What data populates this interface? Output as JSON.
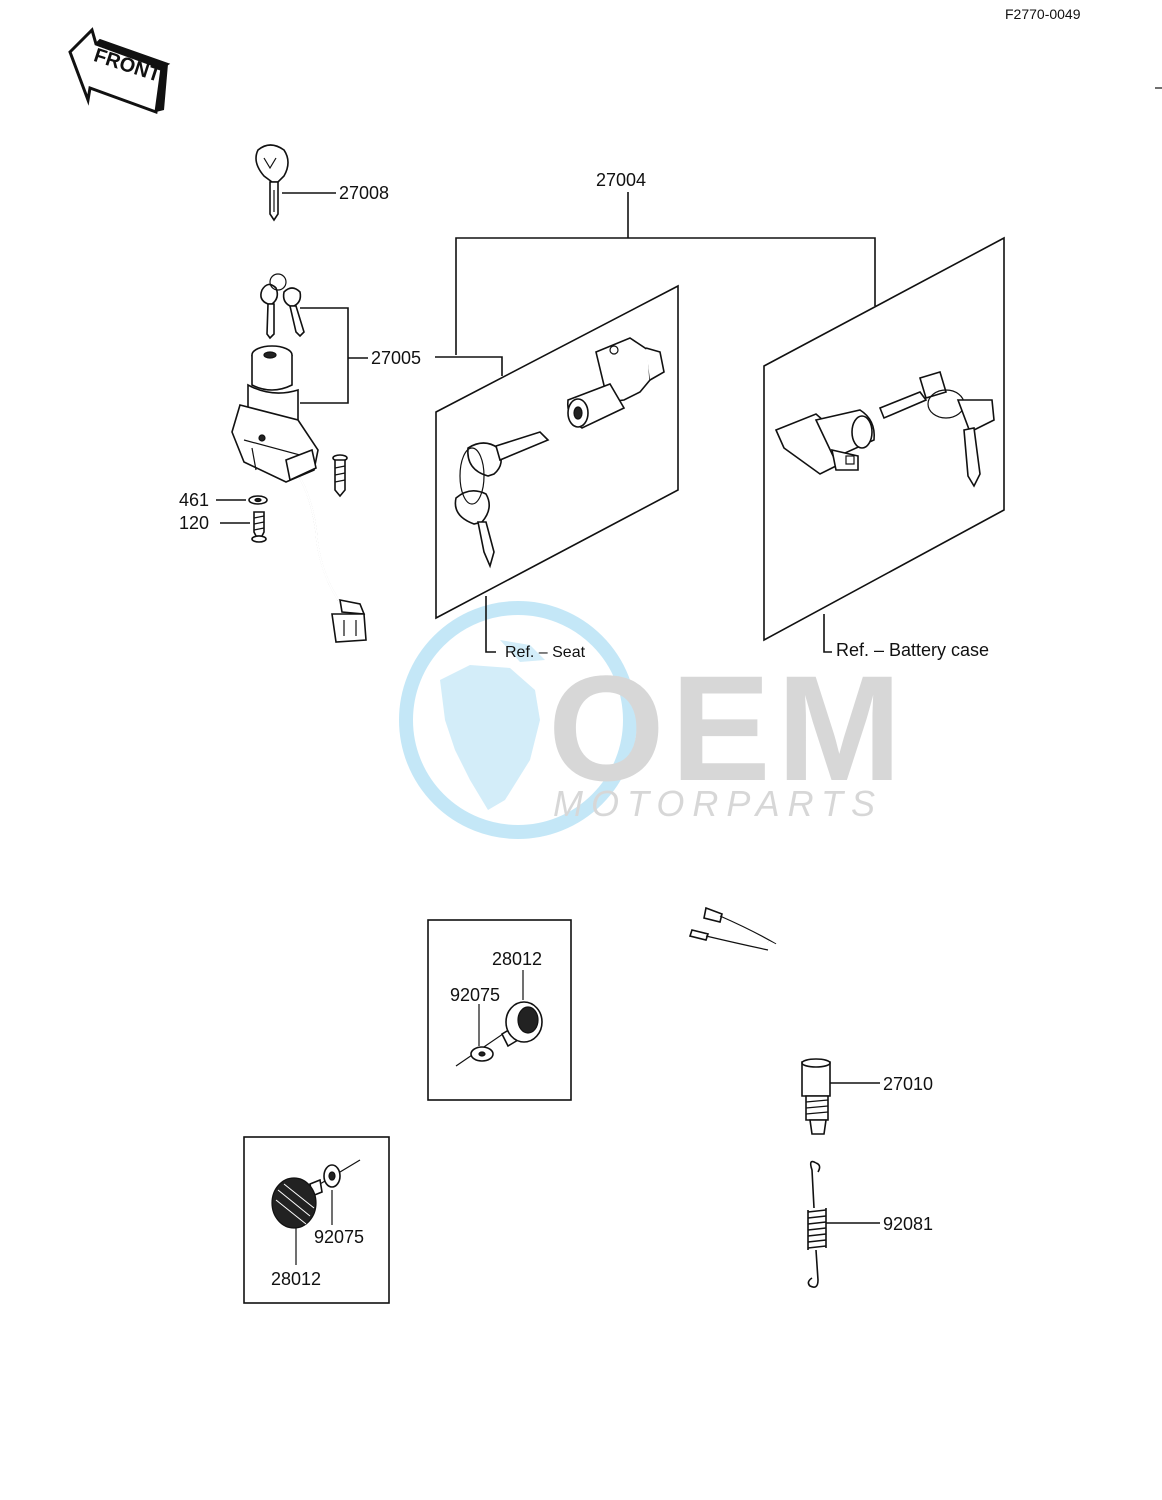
{
  "diagram_code": "F2770-0049",
  "front_label": "FRONT",
  "parts": {
    "p27008": "27008",
    "p27004": "27004",
    "p27005": "27005",
    "p461": "461",
    "p120": "120",
    "p28012_a": "28012",
    "p92075_a": "92075",
    "p27010": "27010",
    "p92081": "92081",
    "p92075_b": "92075",
    "p28012_b": "28012"
  },
  "refs": {
    "seat": "Ref. – Seat",
    "battery": "Ref. – Battery case"
  },
  "watermark": {
    "brand": "OEM",
    "tagline": "MOTORPARTS",
    "globe_color": "#4db8e6",
    "text_color": "#b8b8b8"
  }
}
